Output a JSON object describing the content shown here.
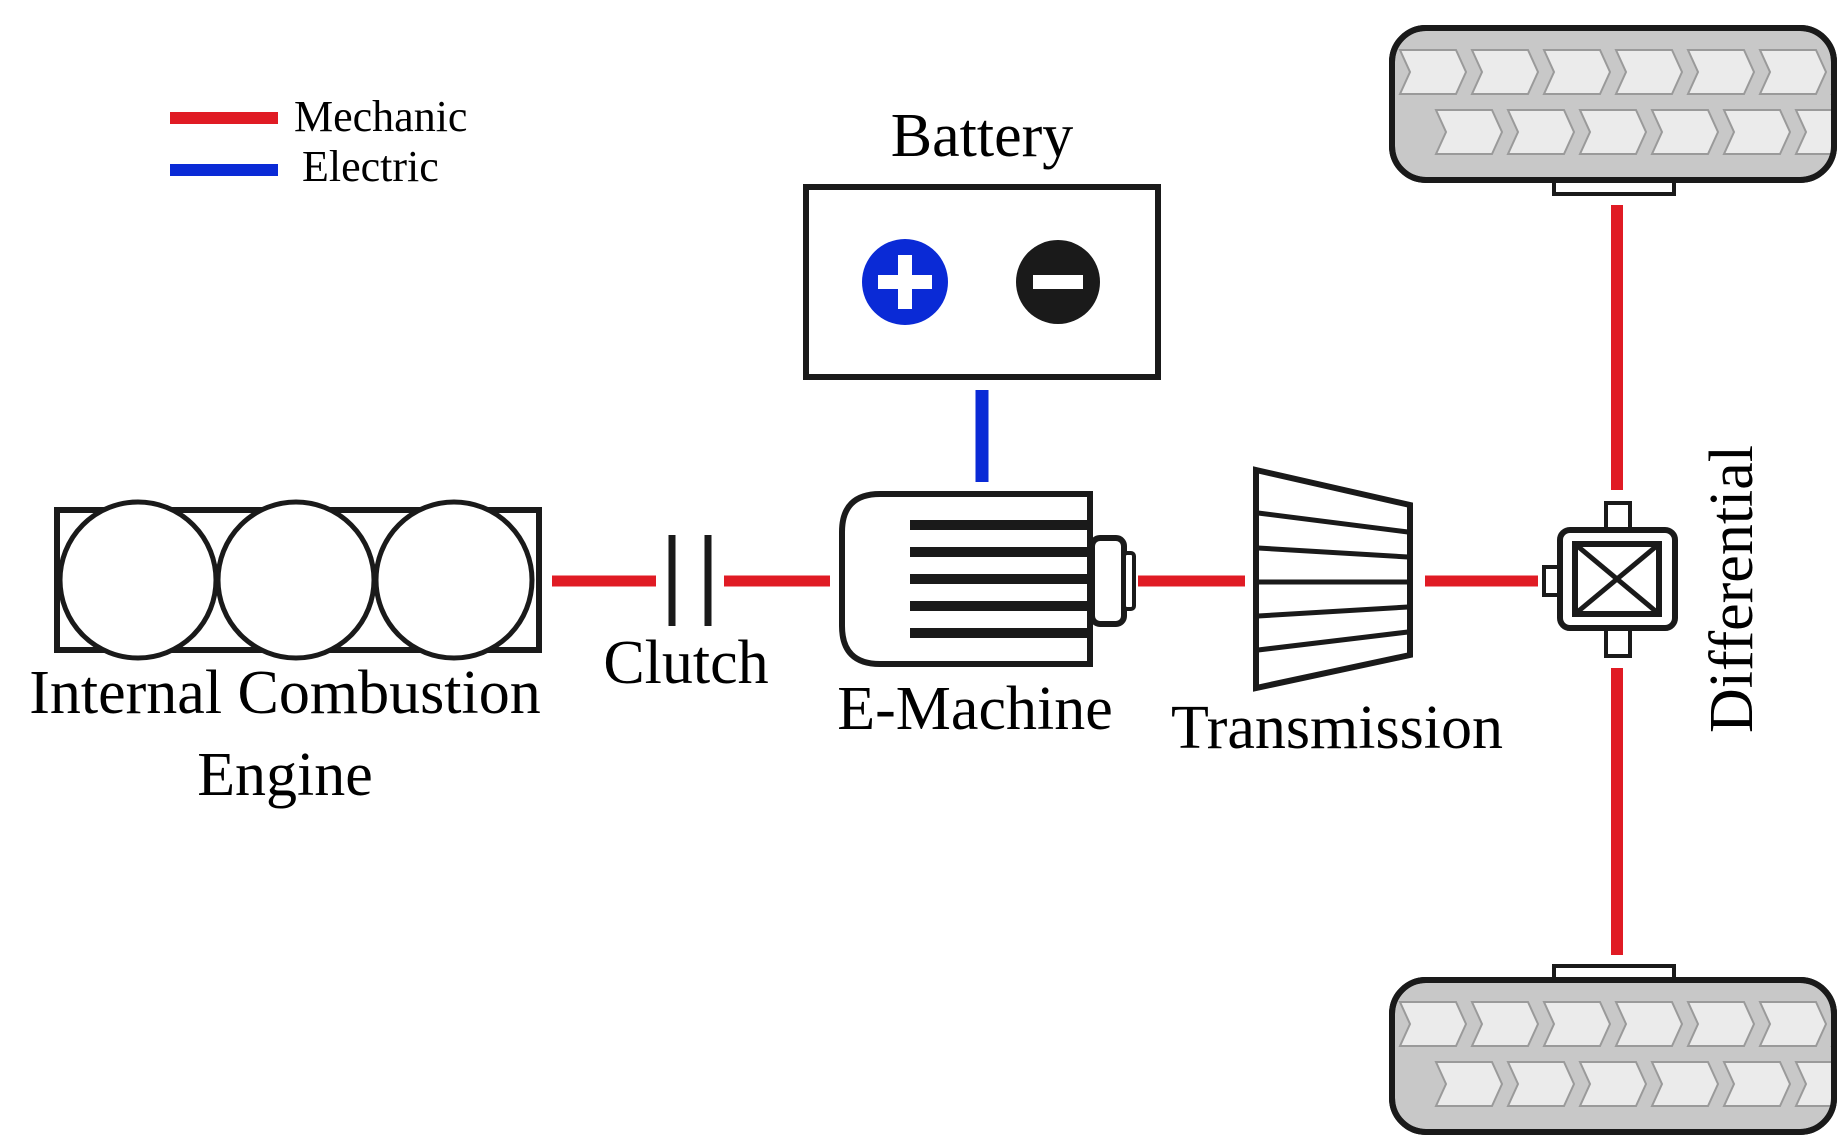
{
  "legend": {
    "items": [
      {
        "label": "Mechanic",
        "color": "#e01b24"
      },
      {
        "label": "Electric",
        "color": "#0a2ad6"
      }
    ]
  },
  "components": {
    "engine": {
      "line1": "Internal Combustion",
      "line2": "Engine",
      "icon": "engine-cylinders-icon"
    },
    "clutch": {
      "label": "Clutch",
      "icon": "clutch-icon"
    },
    "emachine": {
      "label": "E-Machine",
      "icon": "electric-motor-icon"
    },
    "battery": {
      "label": "Battery",
      "icon": "battery-icon",
      "positive": "+",
      "negative": "−"
    },
    "transmission": {
      "label": "Transmission",
      "icon": "gear-cone-icon"
    },
    "differential": {
      "label": "Differential",
      "icon": "differential-icon"
    },
    "wheels": {
      "icon": "tire-icon"
    }
  },
  "colors": {
    "mechanic": "#e01b24",
    "electric": "#0a2ad6",
    "positive_terminal": "#0a2ad6",
    "negative_terminal": "#1a1a1a",
    "tire_fill": "#c8c8c8",
    "tire_tread": "#ebebeb",
    "outline": "#1a1a1a"
  }
}
